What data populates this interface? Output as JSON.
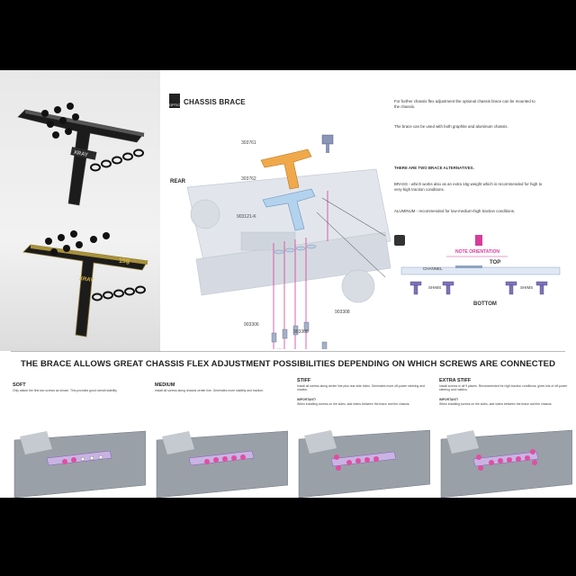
{
  "header": {
    "option_label": "OPTION",
    "title": "CHASSIS BRACE"
  },
  "photos": {
    "plate_1_brand": "XRAY",
    "plate_2_brand": "XRAY",
    "plate_2_weight": "15g"
  },
  "diagram": {
    "rear_label": "REAR",
    "parts": [
      "303761",
      "303762",
      "903121-K",
      "903306",
      "903308",
      "903306"
    ],
    "info_top": "For further chassis flex adjustment the optional chassis brace can be mounted to the chassis.",
    "info_materials": "The brace can be used with both graphite and aluminum chassis.",
    "alternatives_title": "THERE ARE TWO BRACE ALTERNATIVES.",
    "brass_note": "BRASS - which works also as an extra 15g weight which is recommended for high to very-high traction conditions.",
    "aluminum_note": "ALUMINUM - recommended for low-medium-high traction conditions."
  },
  "note": {
    "title": "NOTE ORIENTATION",
    "channel": "CHANNEL",
    "top": "TOP",
    "shims_left": "SHIMS",
    "shims_right": "SHIMS",
    "bottom": "BOTTOM"
  },
  "headline": "THE BRACE ALLOWS GREAT CHASSIS FLEX ADJUSTMENT POSSIBILITIES DEPENDING ON WHICH SCREWS ARE CONNECTED",
  "cards": [
    {
      "title": "SOFT",
      "desc": "Only attach the first two screws as shown. This provides good overall stability.",
      "important_title": "",
      "important": ""
    },
    {
      "title": "MEDIUM",
      "desc": "Install all screws along chassis center line. Generates more stability and traction.",
      "important_title": "",
      "important": ""
    },
    {
      "title": "STIFF",
      "desc": "Install all screws along center line plus rear side holes. Generates more off-power steering and rotation.",
      "important_title": "IMPORTANT!",
      "important": "When installing screws on the sides, add shims between the brace and the chassis."
    },
    {
      "title": "EXTRA STIFF",
      "desc": "Install screws in all 9 places. Recommended for high-traction conditions, gives lots of off-power steering and rotation.",
      "important_title": "IMPORTANT!",
      "important": "When installing screws on the sides, add shims between the brace and the chassis."
    }
  ]
}
